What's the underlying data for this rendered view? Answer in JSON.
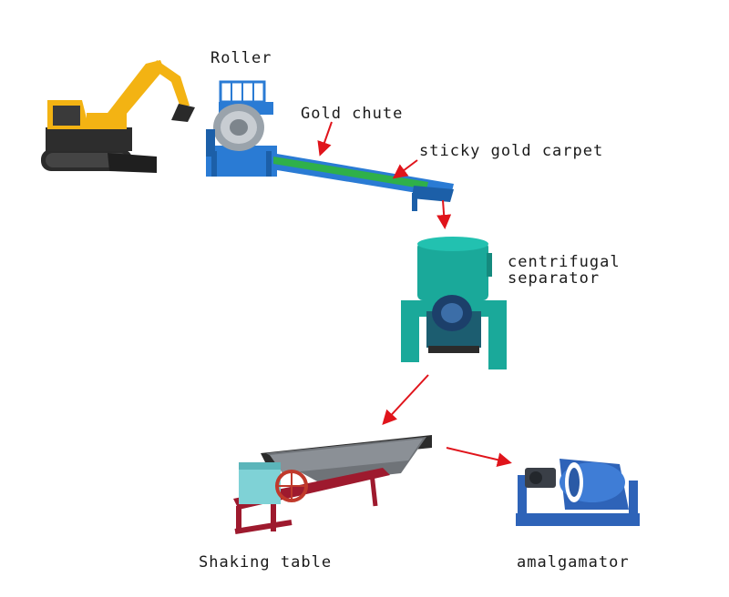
{
  "labels": {
    "roller": "Roller",
    "gold_chute": "Gold chute",
    "sticky_gold_carpet": "sticky gold carpet",
    "centrifugal_line1": "centrifugal",
    "centrifugal_line2": "separator",
    "shaking_table": "Shaking table",
    "amalgamator": "amalgamator"
  },
  "colors": {
    "arrow": "#e0141b",
    "excavator_yellow": "#f3b313",
    "excavator_dark": "#2b2b2b",
    "chute_blue": "#2a7bd4",
    "carpet_green": "#2fb04a",
    "separator_teal": "#1aa99a",
    "table_black": "#222222",
    "frame_red": "#9e1a2e",
    "amalgamator_blue": "#2e63b8"
  },
  "icons": [
    "excavator-icon",
    "roller-trommel-icon",
    "gold-chute-icon",
    "centrifugal-separator-icon",
    "shaking-table-icon",
    "amalgamator-icon"
  ]
}
